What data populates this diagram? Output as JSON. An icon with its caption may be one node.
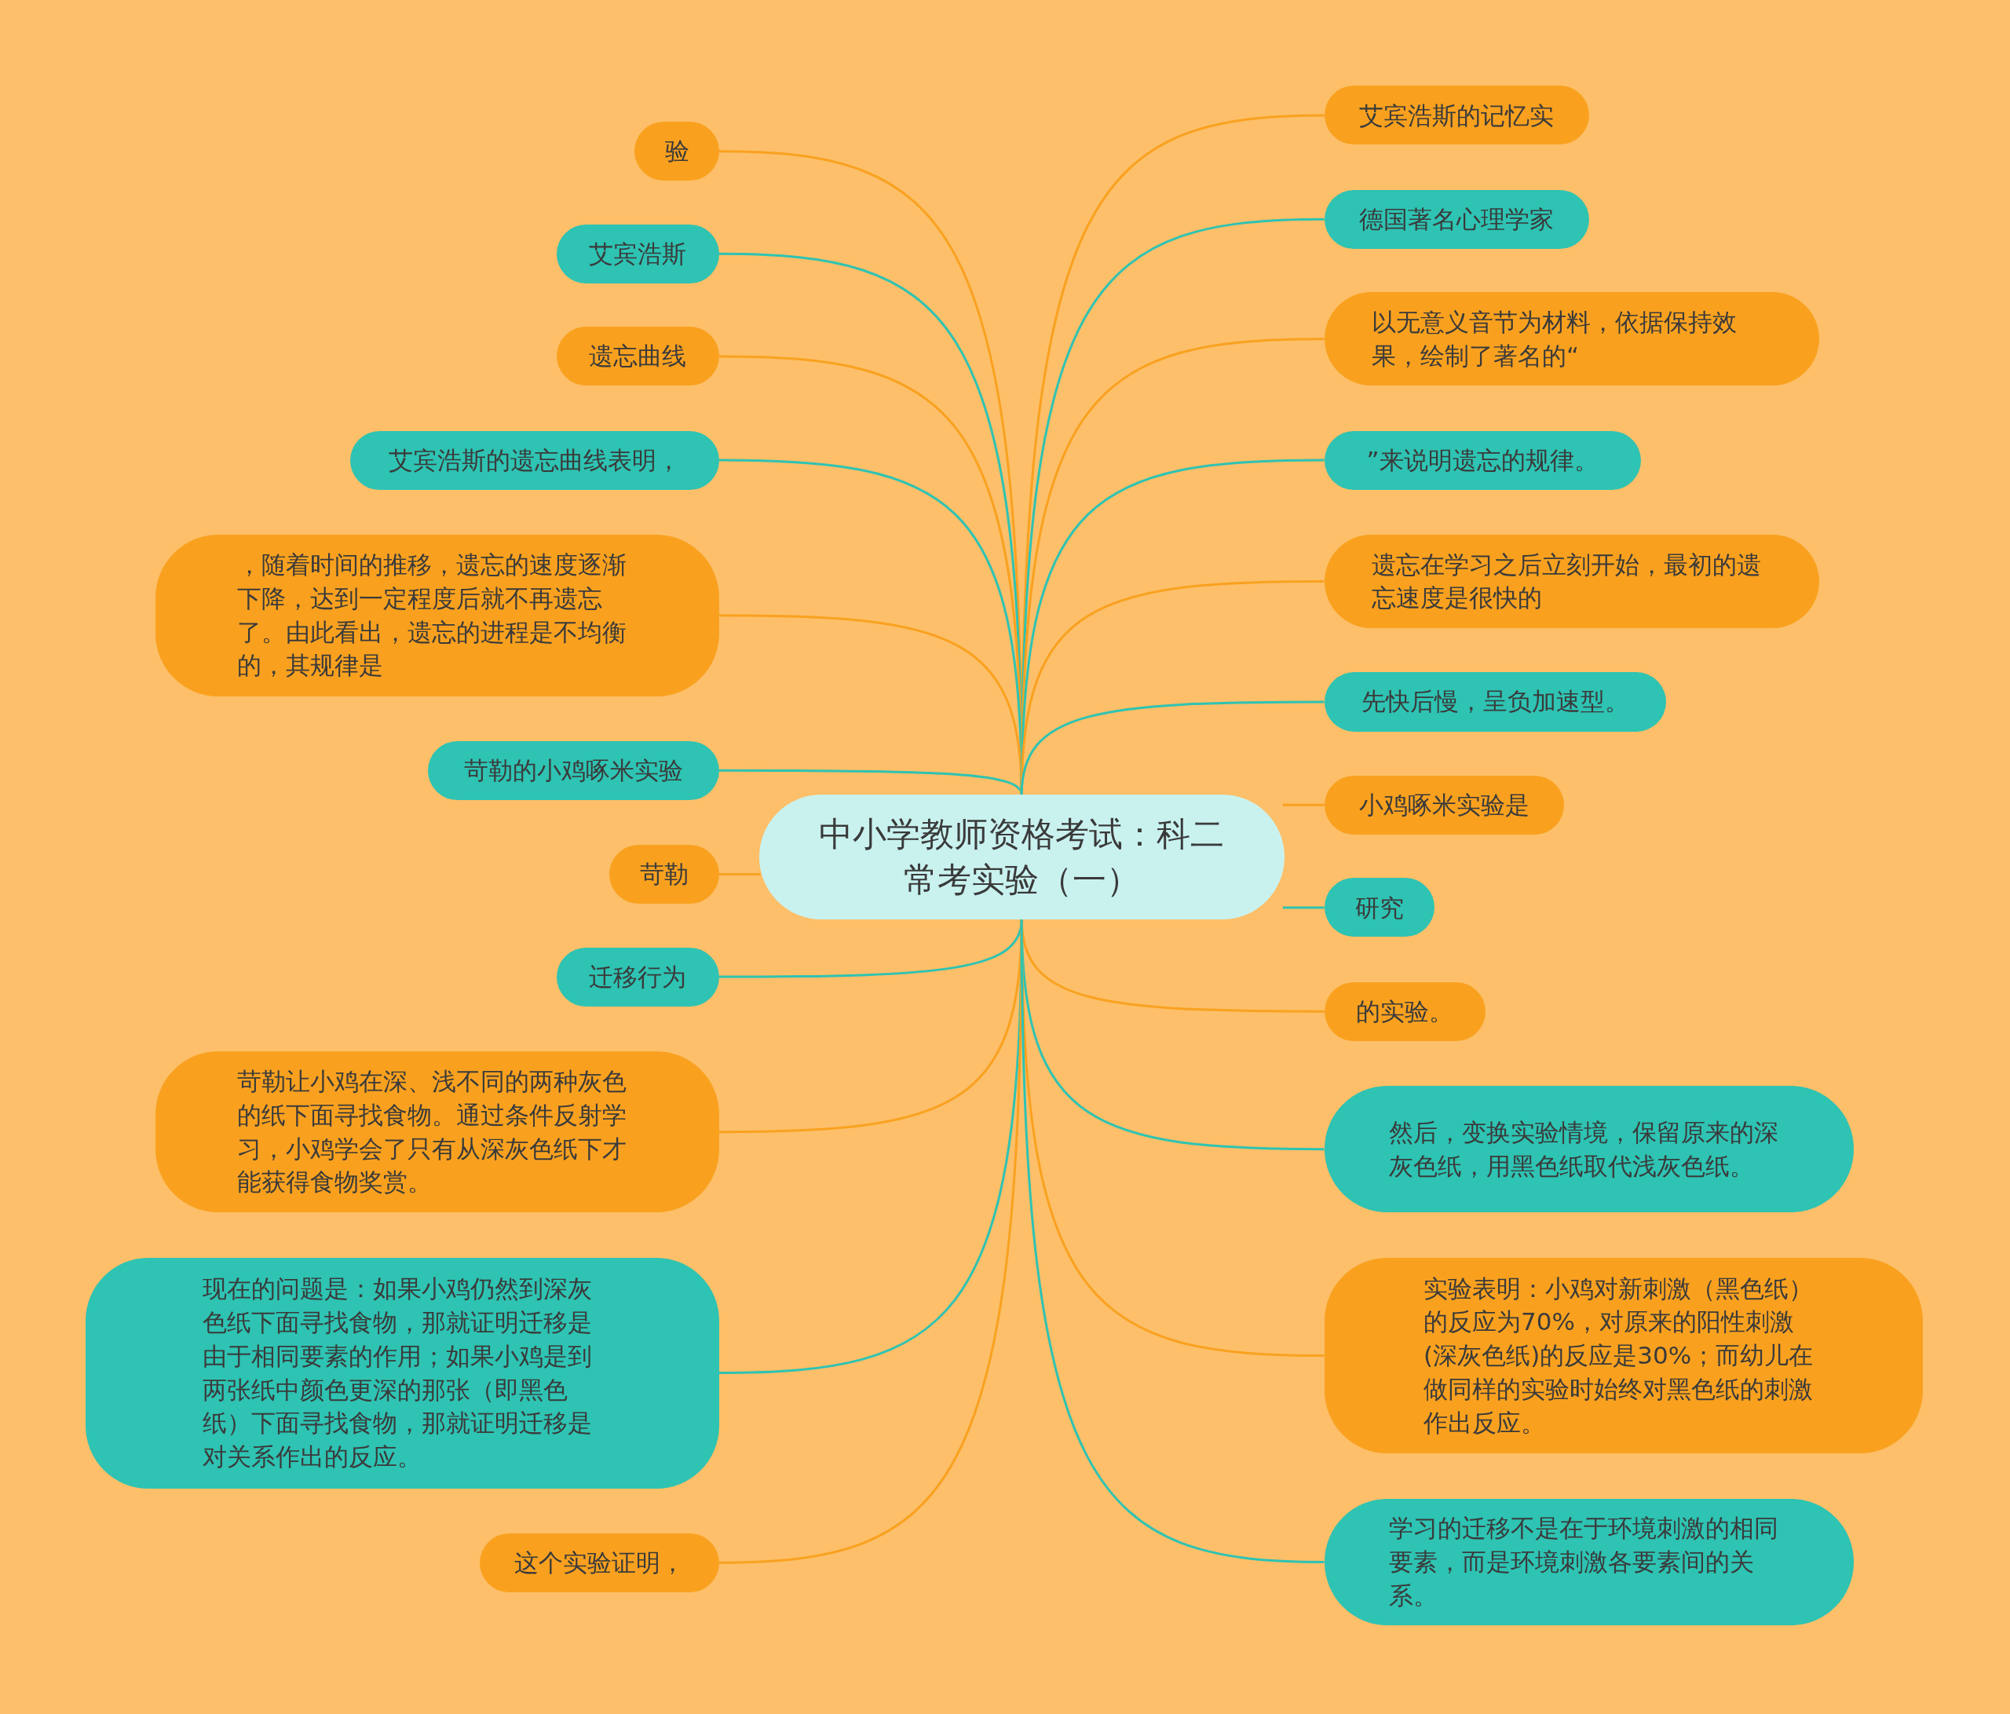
{
  "diagram": {
    "nodes": [
      {
        "text": [
          "中小学教师资格考试：科二常考实验（一）"
        ]
      },
      {
        "text": [
          "验"
        ]
      },
      {
        "text": [
          "艾宾浩斯"
        ]
      },
      {
        "text": [
          "遗忘曲线"
        ]
      },
      {
        "text": [
          "艾宾浩斯的遗忘曲线表明，"
        ]
      },
      {
        "text": [
          "，随着时间的推移，遗忘的速度逐渐下降，达到一定程度后就不再遗忘了。由此看出，遗忘的进程是不均衡的，其规律是"
        ]
      },
      {
        "text": [
          "苛勒的小鸡啄米实验"
        ]
      },
      {
        "text": [
          "苛勒"
        ]
      },
      {
        "text": [
          "迁移行为"
        ]
      },
      {
        "text": [
          "苛勒让小鸡在深、浅不同的两种灰色的纸下面寻找食物。通过条件反射学习，小鸡学会了只有从深灰色纸下才能获得食物奖赏。"
        ]
      },
      {
        "text": [
          "现在的问题是：如果小鸡仍然到深灰色纸下面寻找食物，那就证明迁移是由于相同要素的作用；如果小鸡是到两张纸中颜色更深的那张（即黑色纸）下面寻找食物，那就证明迁移是对关系作出的反应。"
        ]
      },
      {
        "text": [
          "这个实验证明，"
        ]
      },
      {
        "text": [
          "艾宾浩斯的记忆实"
        ]
      },
      {
        "text": [
          "德国著名心理学家"
        ]
      },
      {
        "text": [
          "以无意义音节为材料，依据保持效果，绘制了著名的“"
        ]
      },
      {
        "text": [
          "”来说明遗忘的规律。"
        ]
      },
      {
        "text": [
          "遗忘在学习之后立刻开始，最初的遗忘速度是很快的"
        ]
      },
      {
        "text": [
          "先快后慢，呈负加速型。"
        ]
      },
      {
        "text": [
          "小鸡啄米实验是"
        ]
      },
      {
        "text": [
          "研究"
        ]
      },
      {
        "text": [
          "的实验。"
        ]
      },
      {
        "text": [
          "然后，变换实验情境，保留原来的深灰色纸，用黑色纸取代浅灰色纸。"
        ]
      },
      {
        "text": [
          "实验表明：小鸡对新刺激（黑色纸）的反应为70%，对原来的阳性刺激(深灰色纸)的反应是30%；而幼儿在做同样的实验时始终对黑色纸的刺激作出反应。"
        ]
      },
      {
        "text": [
          "学习的迁移不是在于环境刺激的相同要素，而是环境刺激各要素间的关系。"
        ]
      }
    ],
    "edges": [
      {
        "from": 0,
        "to": 1,
        "arrow": "none"
      },
      {
        "from": 0,
        "to": 2,
        "arrow": "none",
        "color": "#2ec3b3"
      },
      {
        "from": 0,
        "to": 3,
        "arrow": "none"
      },
      {
        "from": 0,
        "to": 4,
        "arrow": "none",
        "color": "#2ec3b3"
      },
      {
        "from": 0,
        "to": 5,
        "arrow": "none"
      },
      {
        "from": 0,
        "to": 6,
        "arrow": "none",
        "color": "#2ec3b3"
      },
      {
        "from": 0,
        "to": 7,
        "arrow": "none"
      },
      {
        "from": 0,
        "to": 8,
        "arrow": "none",
        "color": "#2ec3b3"
      },
      {
        "from": 0,
        "to": 9,
        "arrow": "none"
      },
      {
        "from": 0,
        "to": 10,
        "arrow": "none",
        "color": "#2ec3b3"
      },
      {
        "from": 0,
        "to": 11,
        "arrow": "none"
      },
      {
        "from": 0,
        "to": 12,
        "arrow": "none"
      },
      {
        "from": 0,
        "to": 13,
        "arrow": "none",
        "color": "#2ec3b3"
      },
      {
        "from": 0,
        "to": 14,
        "arrow": "none"
      },
      {
        "from": 0,
        "to": 15,
        "arrow": "none",
        "color": "#2ec3b3"
      },
      {
        "from": 0,
        "to": 16,
        "arrow": "none"
      },
      {
        "from": 0,
        "to": 17,
        "arrow": "none",
        "color": "#2ec3b3"
      },
      {
        "from": 0,
        "to": 18,
        "arrow": "none"
      },
      {
        "from": 0,
        "to": 19,
        "arrow": "none",
        "color": "#2ec3b3"
      },
      {
        "from": 0,
        "to": 20,
        "arrow": "none"
      },
      {
        "from": 0,
        "to": 21,
        "arrow": "none",
        "color": "#2ec3b3"
      },
      {
        "from": 0,
        "to": 22,
        "arrow": "none"
      },
      {
        "from": 0,
        "to": 23,
        "arrow": "none",
        "color": "#2ec3b3"
      }
    ]
  }
}
